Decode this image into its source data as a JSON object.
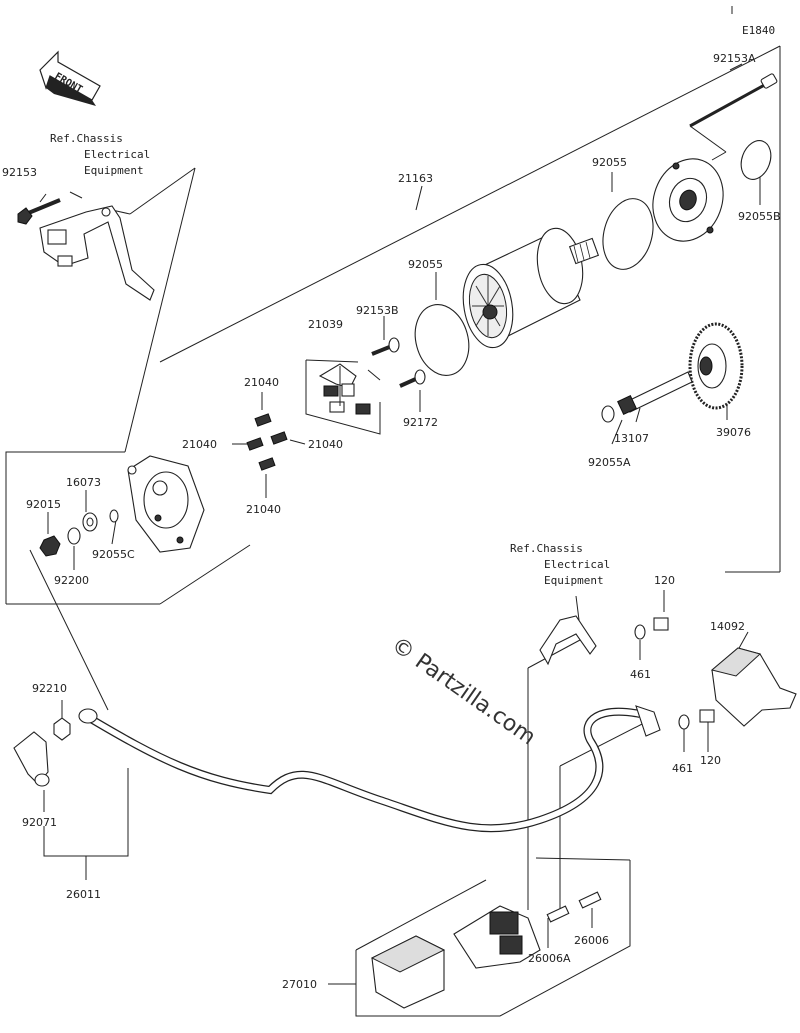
{
  "diagram_code": "E1840",
  "front_label": "FRONT",
  "ref_chassis_top": [
    "Ref.Chassis",
    "Electrical",
    "Equipment"
  ],
  "ref_chassis_mid": [
    "Ref.Chassis",
    "Electrical",
    "Equipment"
  ],
  "watermark": "© Partzilla.com",
  "part_numbers": {
    "p92153A": "92153A",
    "p92153": "92153",
    "p21163": "21163",
    "p92055_top": "92055",
    "p92055B": "92055B",
    "p92055_mid": "92055",
    "p21039": "21039",
    "p92153B": "92153B",
    "p92172": "92172",
    "p21040_a": "21040",
    "p21040_b": "21040",
    "p21040_c": "21040",
    "p21040_d": "21040",
    "p16073": "16073",
    "p92015": "92015",
    "p92055C": "92055C",
    "p92200": "92200",
    "p13107": "13107",
    "p39076": "39076",
    "p92055A": "92055A",
    "p120_top": "120",
    "p14092": "14092",
    "p461_top": "461",
    "p461_bot": "461",
    "p120_bot": "120",
    "p92210": "92210",
    "p92071": "92071",
    "p26011": "26011",
    "p26006": "26006",
    "p26006A": "26006A",
    "p27010": "27010"
  }
}
